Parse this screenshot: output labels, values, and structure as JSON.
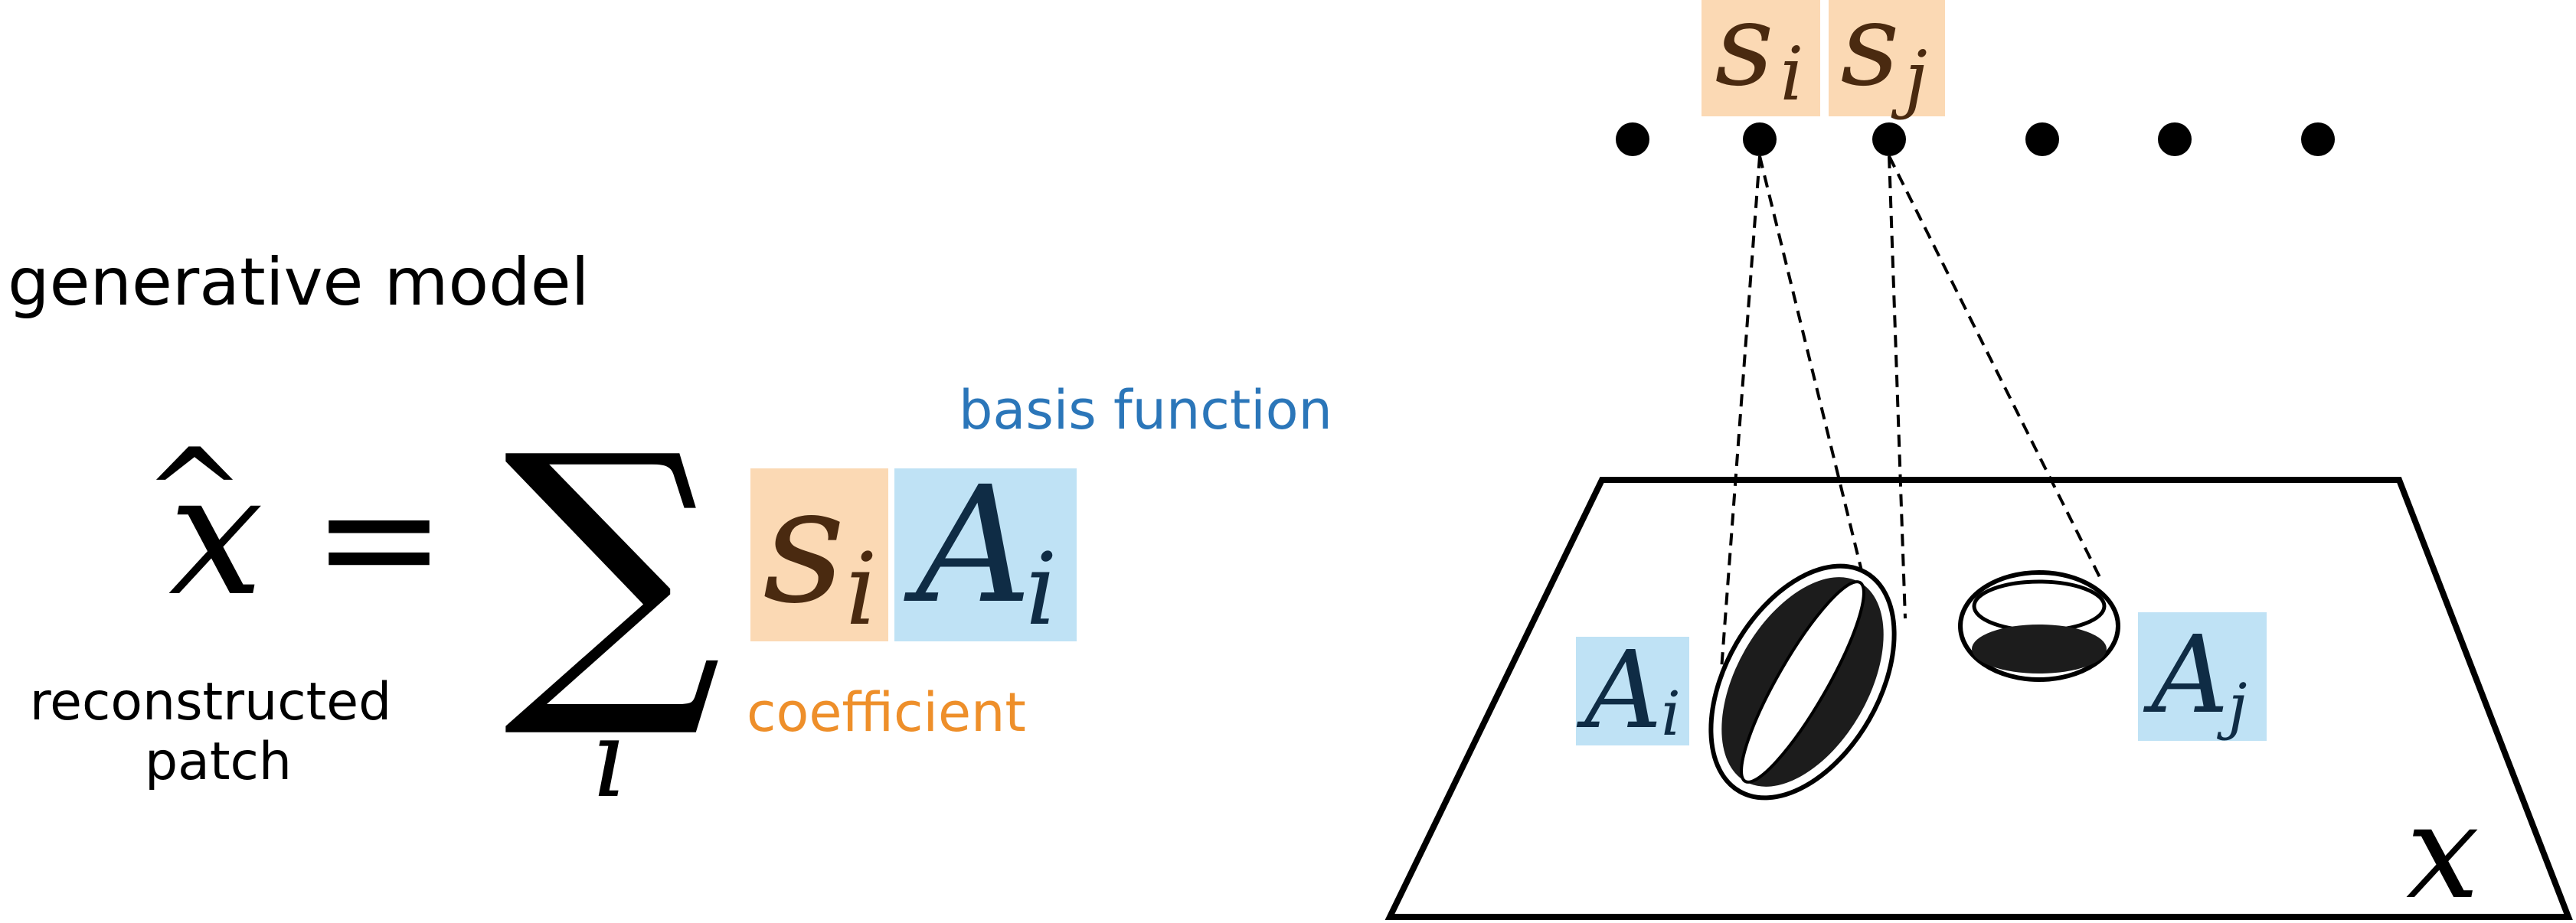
{
  "left_panel": {
    "heading": "generative model",
    "equation": {
      "lhs": "x",
      "hat": "^",
      "equals": "=",
      "sum_symbol": "∑",
      "sum_index": "i",
      "coef_base": "s",
      "coef_sub": "i",
      "basis_base": "A",
      "basis_sub": "i"
    },
    "label_basis": "basis function",
    "label_coefficient": "coefficient",
    "label_reconstructed_line1": "reconstructed",
    "label_reconstructed_line2": "patch"
  },
  "right_panel": {
    "top_si_base": "s",
    "top_si_sub": "i",
    "top_sj_base": "s",
    "top_sj_sub": "j",
    "ai_base": "A",
    "ai_sub": "i",
    "aj_base": "A",
    "aj_sub": "j",
    "image_label": "x"
  },
  "colors": {
    "coefficient_bg": "#fbd9b4",
    "basis_bg": "#bfe2f5",
    "coefficient_text": "#ee8f2a",
    "basis_text": "#2b76b9",
    "coef_glyph": "#4a2a10",
    "basis_glyph": "#0f2c45",
    "ink": "#000000"
  }
}
